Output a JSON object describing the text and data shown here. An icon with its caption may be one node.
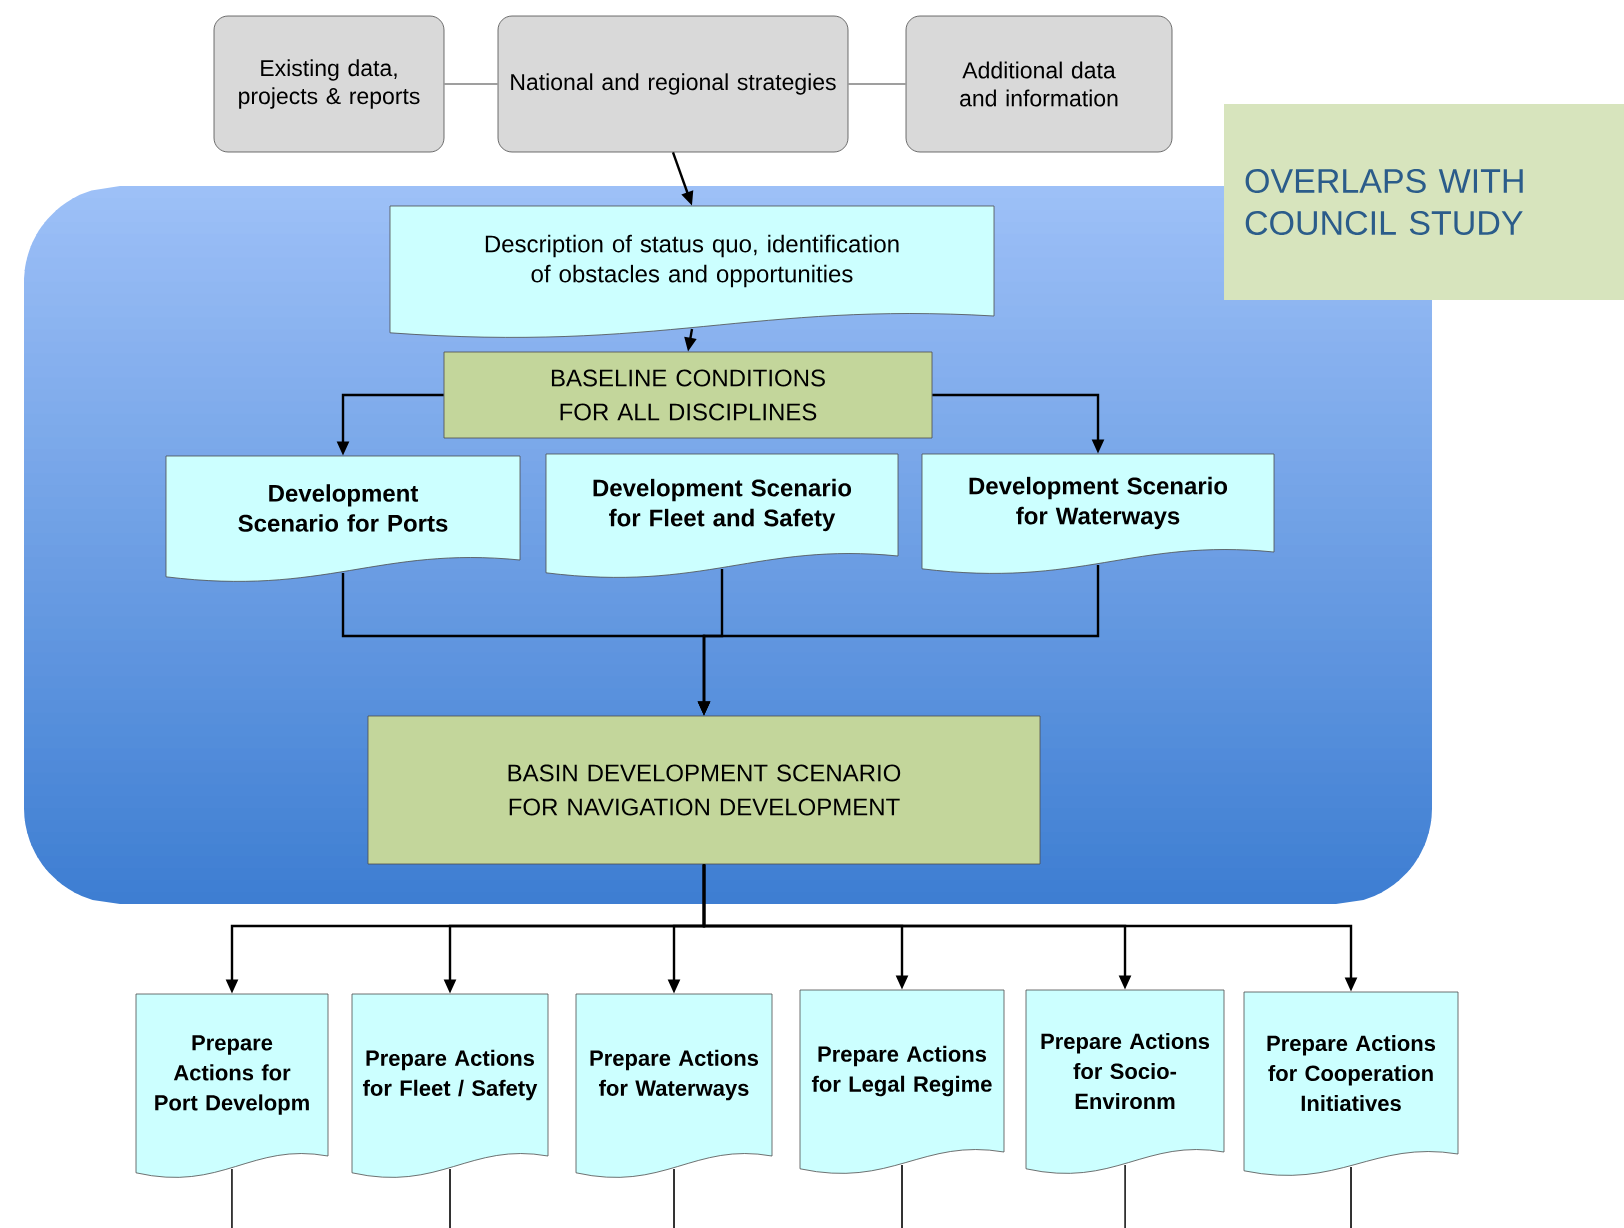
{
  "diagram": {
    "nodes": [
      {
        "text": [
          "Existing data, projects & reports"
        ]
      },
      {
        "text": [
          "National and regional strategies"
        ]
      },
      {
        "text": [
          "Additional data and information"
        ]
      },
      {
        "text": [],
        "shape": "box"
      },
      {
        "text": [
          "Description of status quo, identification of obstacles and opportunities"
        ],
        "in": 3
      },
      {
        "text": [
          "BASELINE CONDITIONS FOR ALL DISCIPLINES"
        ],
        "in": 3
      },
      {
        "text": [
          "Development Scenario for Ports"
        ],
        "in": 3
      },
      {
        "text": [
          "Development Scenario for Fleet and Safety"
        ],
        "in": 3
      },
      {
        "text": [
          "Development Scenario for Waterways"
        ],
        "in": 3
      },
      {
        "text": [
          "BASIN DEVELOPMENT SCENARIO FOR NAVIGATION DEVELOPMENT"
        ],
        "in": 3
      },
      {
        "text": [
          "Prepare Actions for Port Developm"
        ]
      },
      {
        "text": [
          "Prepare Actions for Fleet / Safety"
        ]
      },
      {
        "text": [
          "Prepare Actions for Waterways"
        ]
      },
      {
        "text": [
          "Prepare Actions for Legal Regime"
        ]
      },
      {
        "text": [
          "Prepare Actions for Socio-Environm"
        ]
      },
      {
        "text": [
          "Prepare Actions for Cooperation Initiatives"
        ]
      },
      {
        "text": [
          "OVERLAPS WITH COUNCIL STUDY"
        ]
      }
    ],
    "edges": [
      {
        "from": 0,
        "to": 1,
        "arrow": "none",
        "color": "#7f7f7f"
      },
      {
        "from": 1,
        "to": 2,
        "arrow": "none",
        "color": "#7f7f7f"
      },
      {
        "from": 1,
        "to": 4,
        "arrow": "to"
      },
      {
        "from": 4,
        "to": 5,
        "arrow": "to"
      },
      {
        "from": 5,
        "to": 6,
        "arrow": "to"
      },
      {
        "from": 5,
        "to": 8,
        "arrow": "to"
      },
      {
        "from": 6,
        "to": 9,
        "arrow": "to"
      },
      {
        "from": 7,
        "to": 9,
        "arrow": "to"
      },
      {
        "from": 8,
        "to": 9,
        "arrow": "to"
      },
      {
        "from": 9,
        "to": 10,
        "arrow": "to"
      },
      {
        "from": 9,
        "to": 11,
        "arrow": "to"
      },
      {
        "from": 9,
        "to": 12,
        "arrow": "to"
      },
      {
        "from": 9,
        "to": 13,
        "arrow": "to"
      },
      {
        "from": 9,
        "to": 14,
        "arrow": "to"
      },
      {
        "from": 9,
        "to": 15,
        "arrow": "to"
      },
      {
        "from": 10,
        "to": null,
        "arrow": "none"
      },
      {
        "from": 11,
        "to": null,
        "arrow": "none"
      },
      {
        "from": 12,
        "to": null,
        "arrow": "none"
      },
      {
        "from": 13,
        "to": null,
        "arrow": "none"
      },
      {
        "from": 14,
        "to": null,
        "arrow": "none"
      },
      {
        "from": 15,
        "to": null,
        "arrow": "none"
      }
    ]
  }
}
